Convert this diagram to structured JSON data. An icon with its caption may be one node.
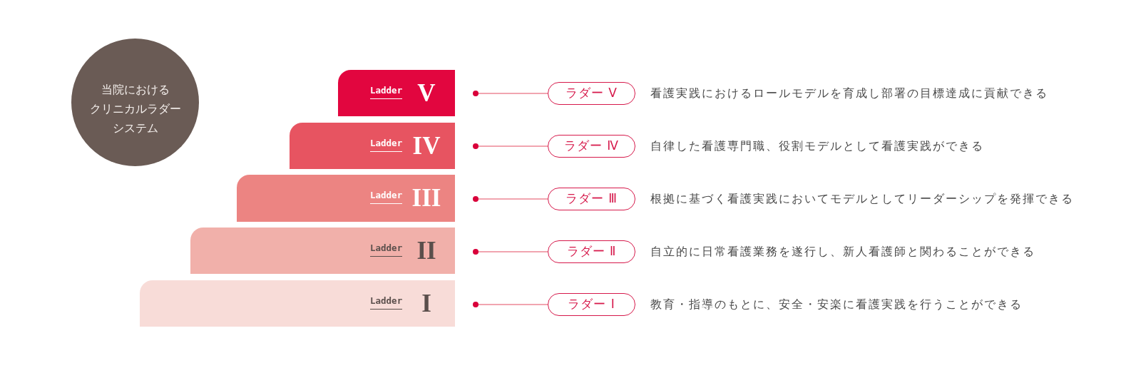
{
  "diagram": {
    "nodes": [
      {
        "text": [
          "当院におけるクリニカルラダーシステム"
        ]
      },
      {
        "text": [
          "Ladder",
          "V"
        ]
      },
      {
        "text": [
          "Ladder",
          "IV"
        ]
      },
      {
        "text": [
          "Ladder",
          "III"
        ]
      },
      {
        "text": [
          "Ladder",
          "II"
        ]
      },
      {
        "text": [
          "Ladder",
          "I"
        ]
      },
      {
        "text": [],
        "shape": "circle"
      },
      {
        "text": [],
        "shape": "circle"
      },
      {
        "text": [],
        "shape": "circle"
      },
      {
        "text": [],
        "shape": "circle"
      },
      {
        "text": [],
        "shape": "circle"
      },
      {
        "text": [
          "ラダー Ⅴ"
        ],
        "beside": [
          "看護実践におけるロールモデルを育成し部署の目標達成に貢献できる"
        ]
      },
      {
        "text": [
          "ラダー Ⅳ"
        ],
        "beside": [
          "自律した看護専門職、役割モデルとして看護実践ができる"
        ]
      },
      {
        "text": [
          "ラダー Ⅲ"
        ],
        "beside": [
          "根拠に基づく看護実践においてモデルとしてリーダーシップを発揮できる"
        ]
      },
      {
        "text": [
          "ラダー Ⅱ"
        ],
        "beside": [
          "自立的に日常看護業務を遂行し、新人看護師と関わることができる"
        ]
      },
      {
        "text": [
          "ラダー Ⅰ"
        ],
        "beside": [
          "教育・指導のもとに、安全・安楽に看護実践を行うことができる"
        ]
      }
    ],
    "edges": [
      {
        "from": 6,
        "to": 11,
        "arrow": "none"
      },
      {
        "from": 7,
        "to": 12,
        "arrow": "none"
      },
      {
        "from": 8,
        "to": 13,
        "arrow": "none"
      },
      {
        "from": 9,
        "to": 14,
        "arrow": "none"
      },
      {
        "from": 10,
        "to": 15,
        "arrow": "none"
      }
    ]
  }
}
